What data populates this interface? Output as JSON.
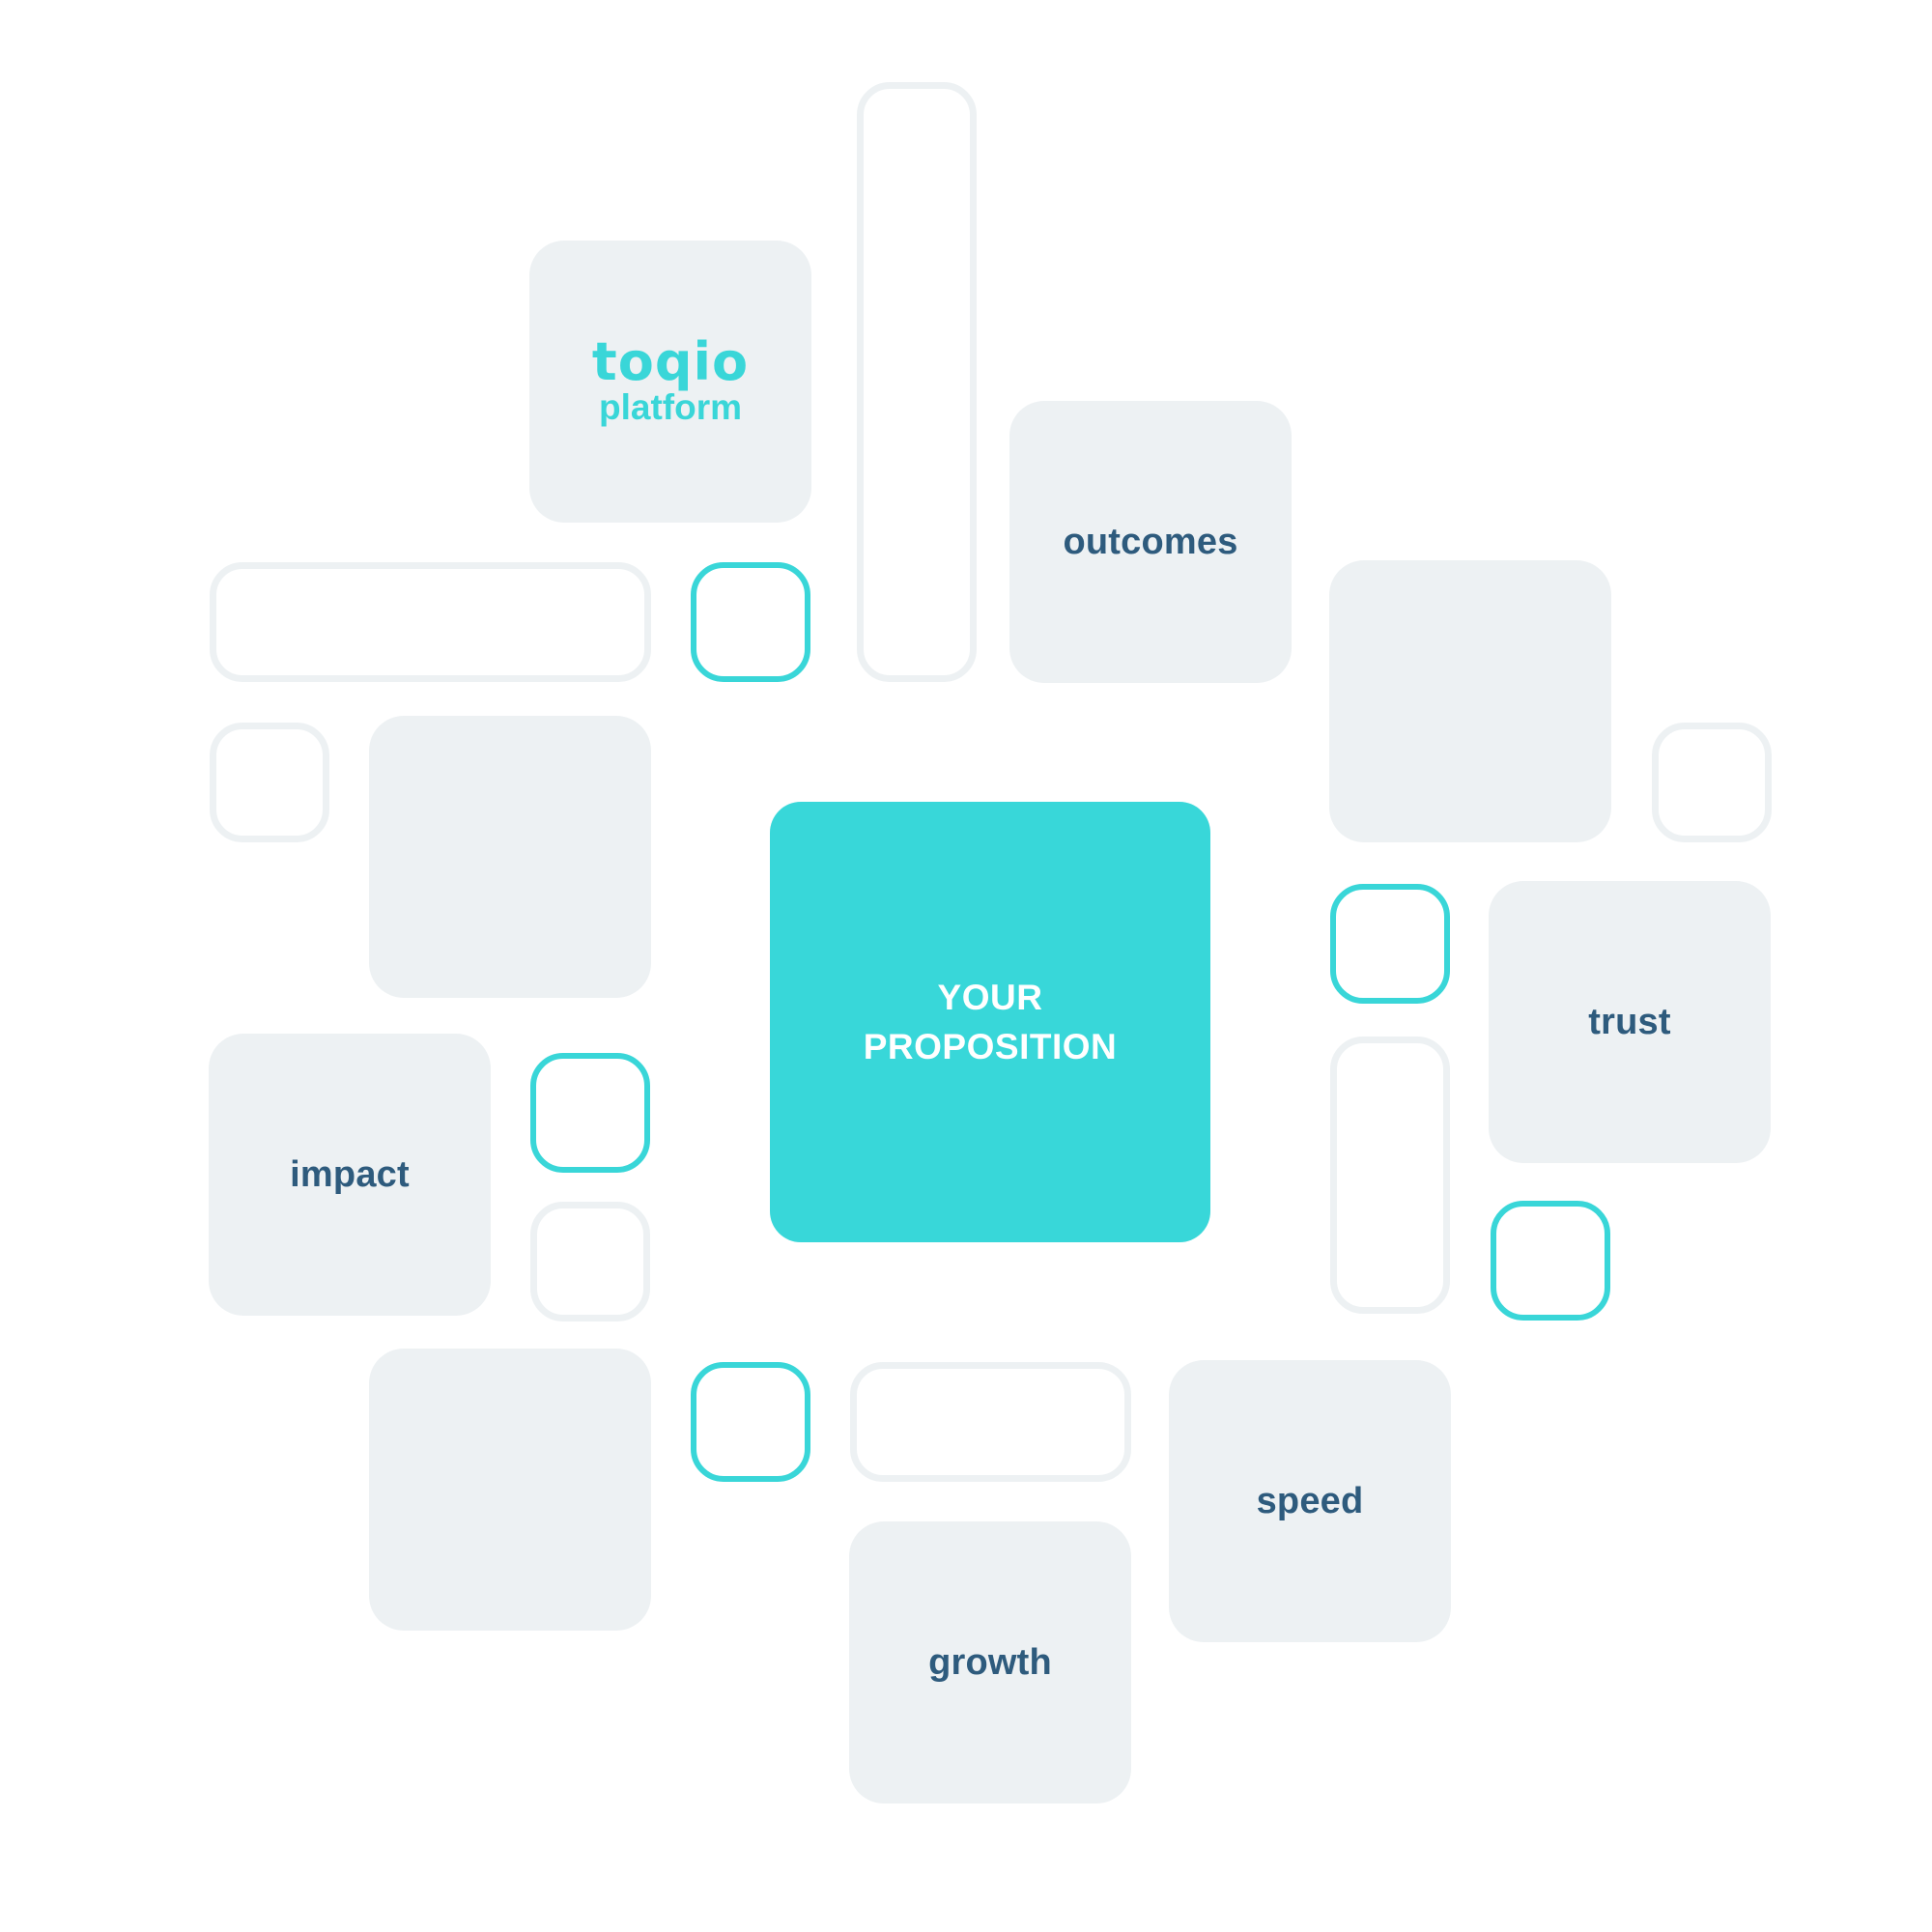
{
  "colors": {
    "accent": "#38d7d9",
    "tile_fill": "#edf1f3",
    "label_text": "#2e5b7d",
    "center_text": "#ffffff"
  },
  "brand": {
    "logo_text": "toqio",
    "subtitle": "platform"
  },
  "center": {
    "line1": "YOUR",
    "line2": "PROPOSITION"
  },
  "labels": {
    "outcomes": "outcomes",
    "trust": "trust",
    "impact": "impact",
    "speed": "speed",
    "growth": "growth"
  }
}
